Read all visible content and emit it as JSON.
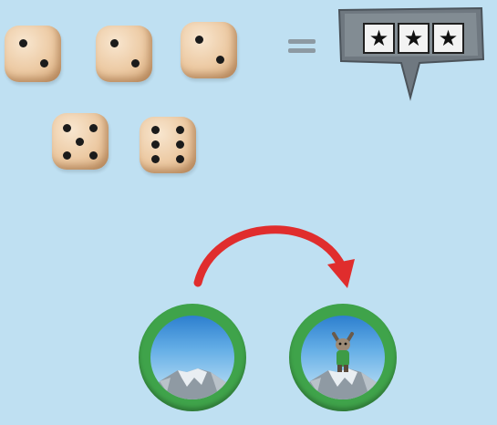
{
  "rule": {
    "dice_top_row": [
      {
        "name": "die-two",
        "pips": 2
      },
      {
        "name": "die-two",
        "pips": 2
      },
      {
        "name": "die-two",
        "pips": 2
      }
    ],
    "dice_bottom_row": [
      {
        "name": "die-five",
        "pips": 5
      },
      {
        "name": "die-six",
        "pips": 6
      }
    ],
    "equals_icon": "equals-icon",
    "reward": {
      "icon": "star-icon",
      "star_count": 3,
      "symbol": "★"
    }
  },
  "move": {
    "arrow_icon": "curved-arrow-icon",
    "arrow_color": "#e02d2d",
    "from_token": {
      "icon": "mountain-peak-icon",
      "occupied": false
    },
    "to_token": {
      "icon": "goat-on-peak-icon",
      "occupied": true
    }
  },
  "colors": {
    "background": "#bfe0f2",
    "token_ring": "#3fa34a",
    "die": "#ecc9a2"
  }
}
